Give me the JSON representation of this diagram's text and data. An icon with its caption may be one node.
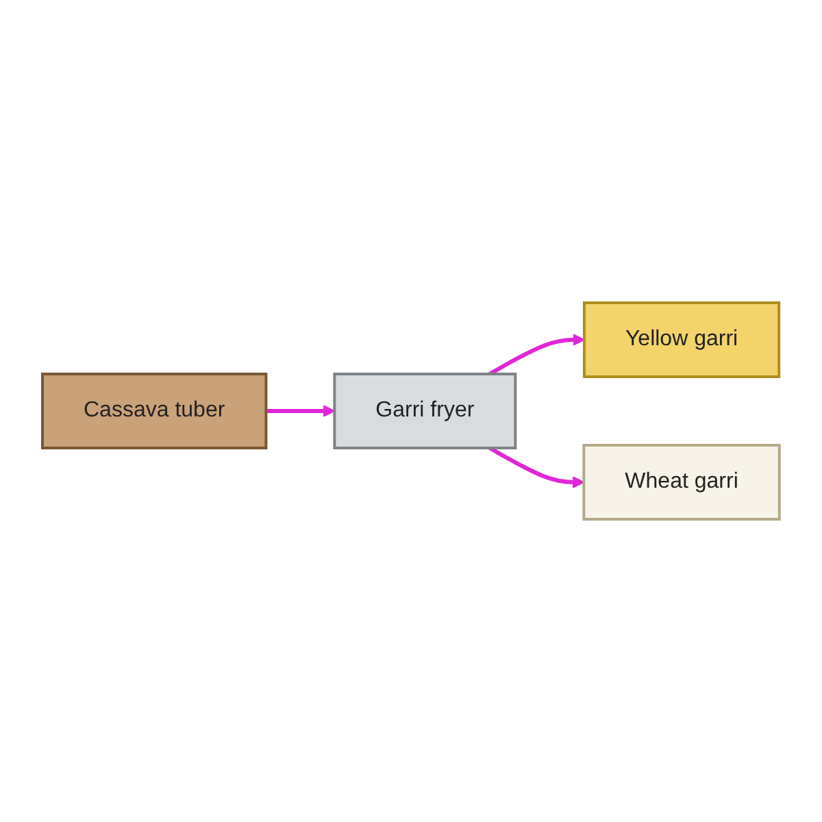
{
  "diagram": {
    "nodes": [
      {
        "text": [
          "Cassava tuber"
        ]
      },
      {
        "text": [
          "Garri fryer"
        ]
      },
      {
        "text": [
          "Yellow garri"
        ]
      },
      {
        "text": [
          "Wheat garri"
        ]
      }
    ],
    "edges": [
      {
        "from": 0,
        "to": 1,
        "arrow": "to"
      },
      {
        "from": 1,
        "to": 2,
        "arrow": "to"
      },
      {
        "from": 1,
        "to": 3,
        "arrow": "to"
      }
    ]
  }
}
